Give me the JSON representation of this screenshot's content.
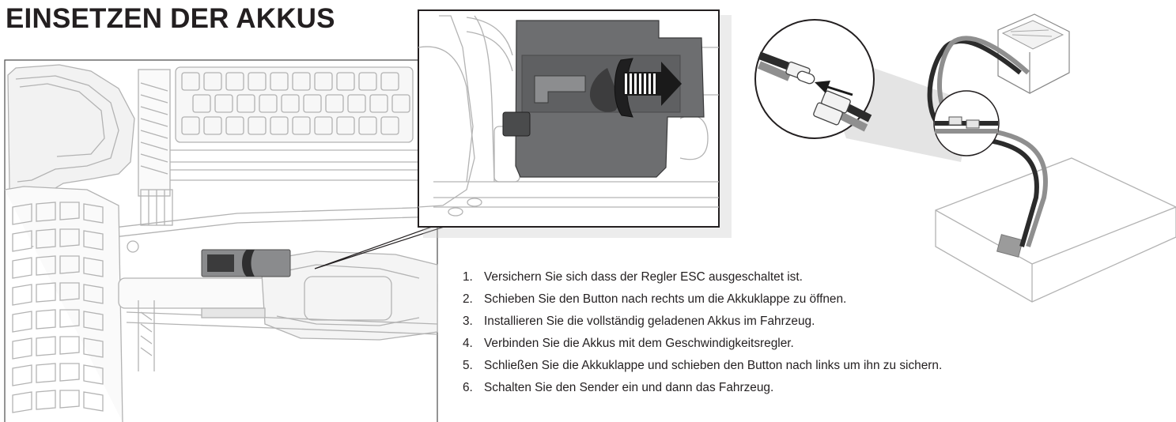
{
  "heading": "EINSETZEN DER AKKUS",
  "steps": [
    {
      "number": "1.",
      "text": "Versichern Sie sich dass der Regler ESC ausgeschaltet ist."
    },
    {
      "number": "2.",
      "text": "Schieben Sie den Button nach rechts um die Akkuklappe zu öffnen."
    },
    {
      "number": "3.",
      "text": "Installieren Sie die vollständig geladenen Akkus im Fahrzeug."
    },
    {
      "number": "4.",
      "text": "Verbinden Sie die Akkus mit dem Geschwindigkeitsregler."
    },
    {
      "number": "5.",
      "text": "Schließen Sie die Akkuklappe und schieben den Button nach links um ihn zu sichern."
    },
    {
      "number": "6.",
      "text": "Schalten Sie den Sender ein und dann das Fahrzeug."
    }
  ],
  "colors": {
    "text": "#231f20",
    "line_art": "#b3b3b3",
    "battery_door": "#6d6e70",
    "arrow": "#1a1a1a"
  },
  "icons": [
    "truck-chassis-illustration",
    "battery-door-detail-illustration",
    "slide-right-arrow-icon",
    "esc-battery-connection-illustration",
    "connector-plug-arrow-icon"
  ]
}
